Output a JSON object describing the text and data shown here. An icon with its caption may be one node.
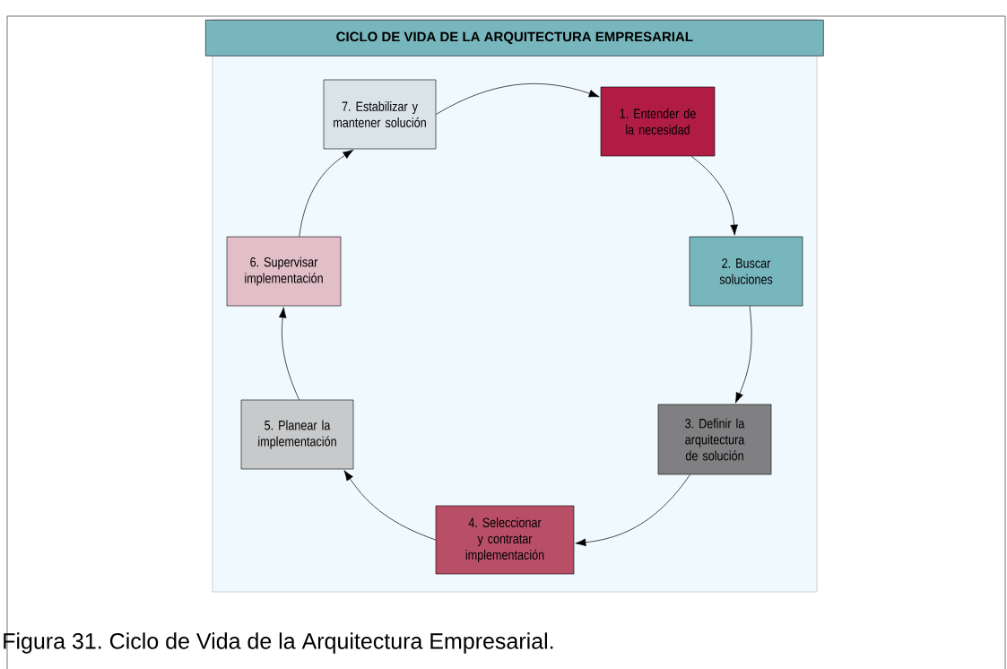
{
  "diagram": {
    "title": "CICLO DE VIDA DE LA ARQUITECTURA EMPRESARIAL",
    "caption": "Figura 31. Ciclo de Vida de la Arquitectura Empresarial.",
    "nodes": [
      {
        "text": [
          "1. Entender de la necesidad"
        ]
      },
      {
        "text": [
          "2. Buscar soluciones"
        ]
      },
      {
        "text": [
          "3. Definir la arquitectura de solución"
        ]
      },
      {
        "text": [
          "4. Seleccionar y contratar implementación"
        ]
      },
      {
        "text": [
          "5. Planear la implementación"
        ]
      },
      {
        "text": [
          "6. Supervisar implementación"
        ]
      },
      {
        "text": [
          "7. Estabilizar y mantener solución"
        ]
      }
    ],
    "edges": [
      {
        "from": 6,
        "to": 0,
        "arrow": "to"
      },
      {
        "from": 0,
        "to": 1,
        "arrow": "to"
      },
      {
        "from": 1,
        "to": 2,
        "arrow": "to"
      },
      {
        "from": 2,
        "to": 3,
        "arrow": "to"
      },
      {
        "from": 3,
        "to": 4,
        "arrow": "to"
      },
      {
        "from": 4,
        "to": 5,
        "arrow": "to"
      },
      {
        "from": 5,
        "to": 6,
        "arrow": "to"
      }
    ]
  }
}
